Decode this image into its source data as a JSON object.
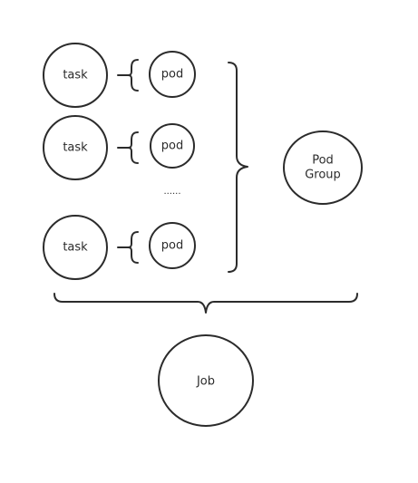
{
  "diagram": {
    "tasks": [
      {
        "task_label": "task",
        "pod_label": "pod"
      },
      {
        "task_label": "task",
        "pod_label": "pod"
      },
      {
        "task_label": "task",
        "pod_label": "pod"
      }
    ],
    "ellipsis": "......",
    "pod_group": {
      "line1": "Pod",
      "line2": "Group"
    },
    "job": {
      "label": "Job"
    },
    "stroke_color": "#2b2b2b",
    "background_color": "#ffffff"
  }
}
